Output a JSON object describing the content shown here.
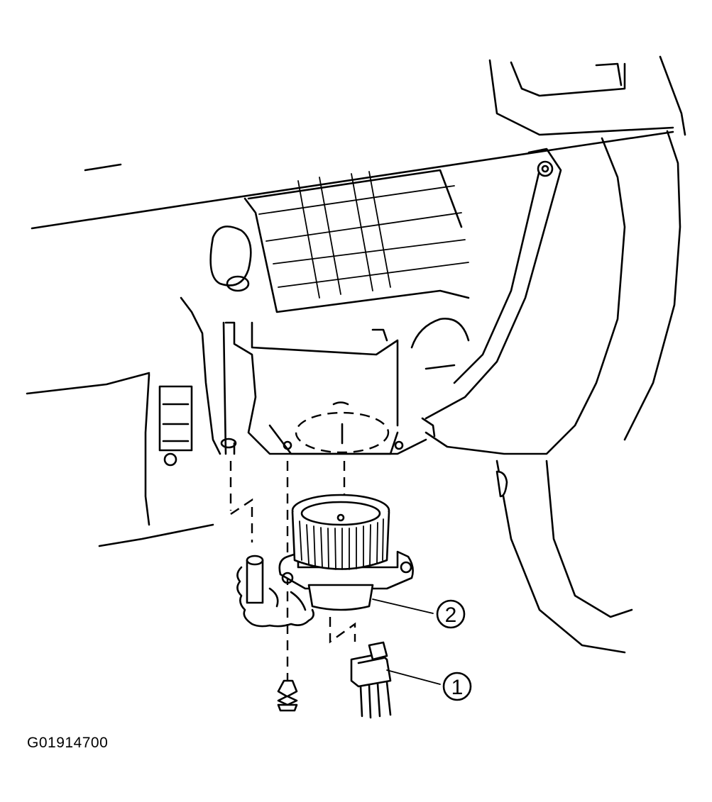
{
  "figure": {
    "code": "G01914700",
    "callouts": [
      {
        "label": "1",
        "part": "connector"
      },
      {
        "label": "2",
        "part": "blower-motor"
      }
    ]
  }
}
